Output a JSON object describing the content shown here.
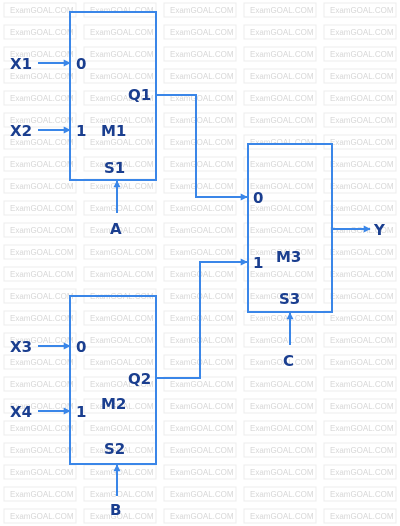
{
  "watermark": "ExamGOAL.COM",
  "colors": {
    "wire": "#3a86e8",
    "label": "#1a3e8f",
    "watermark": "#d6d6d6"
  },
  "mux_m1": {
    "name": "M1",
    "in0": "X1",
    "in1": "X2",
    "port0": "0",
    "port1": "1",
    "output": "Q1",
    "select_port": "S1",
    "select_input": "A"
  },
  "mux_m2": {
    "name": "M2",
    "in0": "X3",
    "in1": "X4",
    "port0": "0",
    "port1": "1",
    "output": "Q2",
    "select_port": "S2",
    "select_input": "B"
  },
  "mux_m3": {
    "name": "M3",
    "port0": "0",
    "port1": "1",
    "select_port": "S3",
    "select_input": "C",
    "output": "Y"
  }
}
